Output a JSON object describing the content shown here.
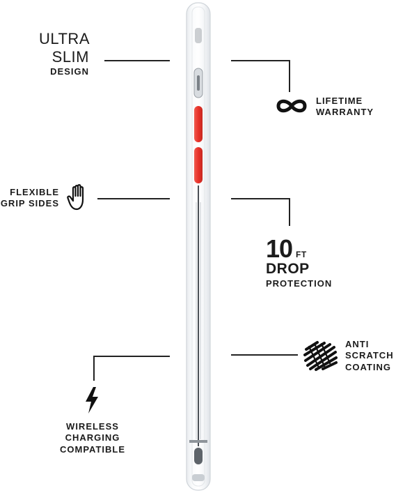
{
  "features": {
    "ultra_slim": {
      "line1": "ULTRA",
      "line2": "SLIM",
      "line3": "DESIGN"
    },
    "lifetime": {
      "line1": "LIFETIME",
      "line2": "WARRANTY",
      "icon": "infinity-icon"
    },
    "grip": {
      "line1": "FLEXIBLE",
      "line2": "GRIP SIDES",
      "icon": "hand-icon"
    },
    "drop": {
      "big": "10",
      "unit": "FT",
      "line2": "DROP",
      "line3": "PROTECTION"
    },
    "scratch": {
      "line1": "ANTI",
      "line2": "SCRATCH",
      "line3": "COATING",
      "icon": "scribble-icon"
    },
    "wireless": {
      "line1": "WIRELESS",
      "line2": "CHARGING",
      "line3": "COMPATIBLE",
      "icon": "lightning-icon"
    }
  },
  "colors": {
    "button_red": "#e8322a",
    "line": "#222222",
    "text": "#1b1b1b"
  }
}
